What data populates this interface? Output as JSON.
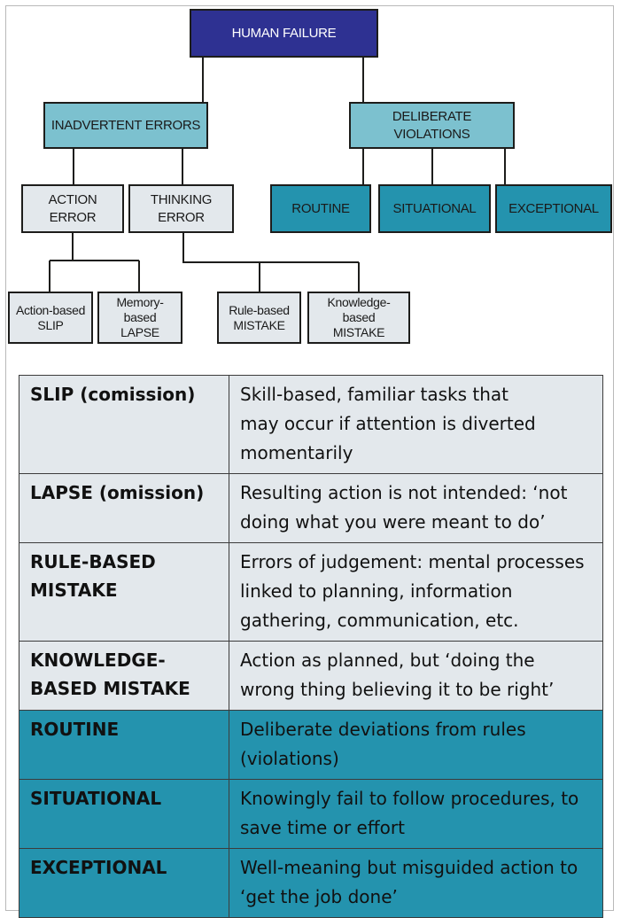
{
  "diagram": {
    "root": "HUMAN FAILURE",
    "branches": {
      "inadvertent": "INADVERTENT ERRORS",
      "deliberate": "DELIBERATE VIOLATIONS"
    },
    "inadvertent_children": {
      "action_error": "ACTION\nERROR",
      "thinking_error": "THINKING\nERROR"
    },
    "action_error_children": {
      "slip": "Action-based\nSLIP",
      "lapse": "Memory-\nbased\nLAPSE"
    },
    "thinking_error_children": {
      "rule_mistake": "Rule-based\nMISTAKE",
      "knowledge_mistake": "Knowledge-\nbased\nMISTAKE"
    },
    "violations": {
      "routine": "ROUTINE",
      "situational": "SITUATIONAL",
      "exceptional": "EXCEPTIONAL"
    }
  },
  "definitions": [
    {
      "term": "SLIP (comission)",
      "definition": "Skill-based, familiar tasks that\nmay occur if attention is diverted\nmomentarily",
      "style": "light"
    },
    {
      "term": "LAPSE (omission)",
      "definition": "Resulting action is not intended: ‘not\ndoing what you were meant to do’",
      "style": "light"
    },
    {
      "term": "RULE-BASED\nMISTAKE",
      "definition": "Errors of judgement: mental processes\nlinked to planning, information\ngathering, communication, etc.",
      "style": "light"
    },
    {
      "term": "KNOWLEDGE-\nBASED MISTAKE",
      "definition": "Action as planned, but ‘doing the\nwrong thing believing it to be right’",
      "style": "light"
    },
    {
      "term": "ROUTINE",
      "definition": "Deliberate deviations from rules\n(violations)",
      "style": "teal"
    },
    {
      "term": "SITUATIONAL",
      "definition": "Knowingly fail to follow procedures, to\nsave time or effort",
      "style": "teal"
    },
    {
      "term": "EXCEPTIONAL",
      "definition": "Well-meaning but misguided action to\n‘get the job done’",
      "style": "teal"
    }
  ],
  "colors": {
    "root": "#2e3192",
    "branch": "#7cc1cf",
    "violation": "#2493ae",
    "leaf": "#e3e8ec",
    "line": "#1d1d1b"
  }
}
